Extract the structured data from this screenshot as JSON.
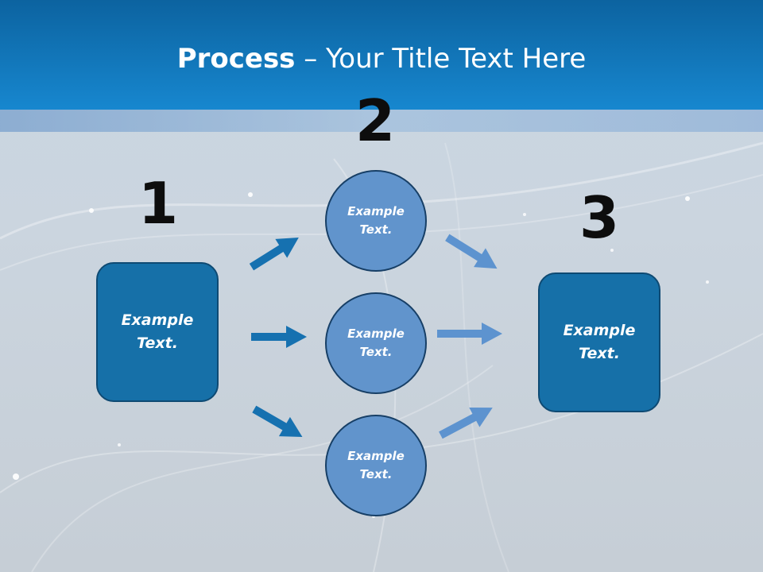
{
  "slide": {
    "title_bold": "Process",
    "title_rest": " – Your Title Text Here"
  },
  "steps": {
    "step1_number": "1",
    "step2_number": "2",
    "step3_number": "3"
  },
  "shapes": {
    "left_box_text": "Example\nText.",
    "right_box_text": "Example\nText.",
    "circle_top_text": "Example\nText.",
    "circle_middle_text": "Example\nText.",
    "circle_bottom_text": "Example\nText."
  },
  "colors": {
    "title_bar": "#1787cf",
    "box_fill": "#1670a8",
    "circle_fill": "#6194cc",
    "arrow_dark": "#1671b0",
    "arrow_light": "#5d93cf"
  }
}
